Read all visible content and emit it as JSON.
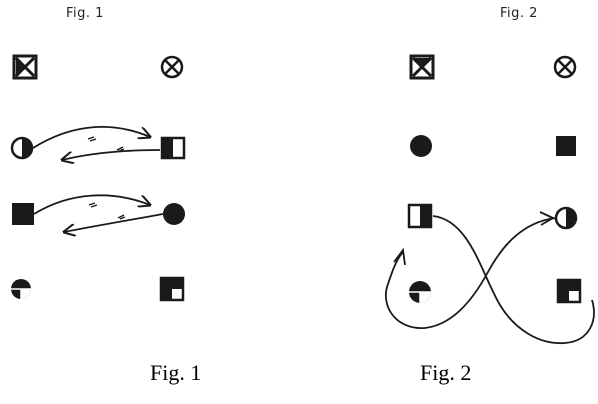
{
  "figures": [
    {
      "header": "Fig. 1",
      "caption": "Fig. 1",
      "symbols": [
        {
          "id": "f1-square-x",
          "shape": "square",
          "pattern": "x-hatch"
        },
        {
          "id": "f1-circle-x",
          "shape": "circle",
          "pattern": "x-cross"
        },
        {
          "id": "f1-circle-left-half",
          "shape": "circle",
          "pattern": "left-half"
        },
        {
          "id": "f1-square-right-half",
          "shape": "square",
          "pattern": "left-half-filled"
        },
        {
          "id": "f1-square-filled",
          "shape": "square",
          "pattern": "filled"
        },
        {
          "id": "f1-circle-filled",
          "shape": "circle",
          "pattern": "filled"
        },
        {
          "id": "f1-circle-quadrant",
          "shape": "circle",
          "pattern": "bottom-half-split"
        },
        {
          "id": "f1-square-quadrant",
          "shape": "square",
          "pattern": "quadrant"
        }
      ],
      "arrows": [
        "f1-arrow-row2-right",
        "f1-arrow-row2-left",
        "f1-arrow-row3-right",
        "f1-arrow-row3-left"
      ]
    },
    {
      "header": "Fig. 2",
      "caption": "Fig. 2",
      "symbols": [
        {
          "id": "f2-square-x",
          "shape": "square",
          "pattern": "x-hatch"
        },
        {
          "id": "f2-circle-x",
          "shape": "circle",
          "pattern": "x-cross"
        },
        {
          "id": "f2-circle-filled",
          "shape": "circle",
          "pattern": "filled"
        },
        {
          "id": "f2-square-filled",
          "shape": "square",
          "pattern": "filled"
        },
        {
          "id": "f2-square-right-half",
          "shape": "square",
          "pattern": "right-half-filled"
        },
        {
          "id": "f2-circle-right-half",
          "shape": "circle",
          "pattern": "right-half"
        },
        {
          "id": "f2-circle-quadrant",
          "shape": "circle",
          "pattern": "bottom-half-split"
        },
        {
          "id": "f2-square-quadrant",
          "shape": "square",
          "pattern": "quadrant"
        }
      ],
      "arrows": [
        "f2-figure-eight-path"
      ]
    }
  ],
  "colors": {
    "ink": "#1a1a1a",
    "paper": "#ffffff"
  }
}
